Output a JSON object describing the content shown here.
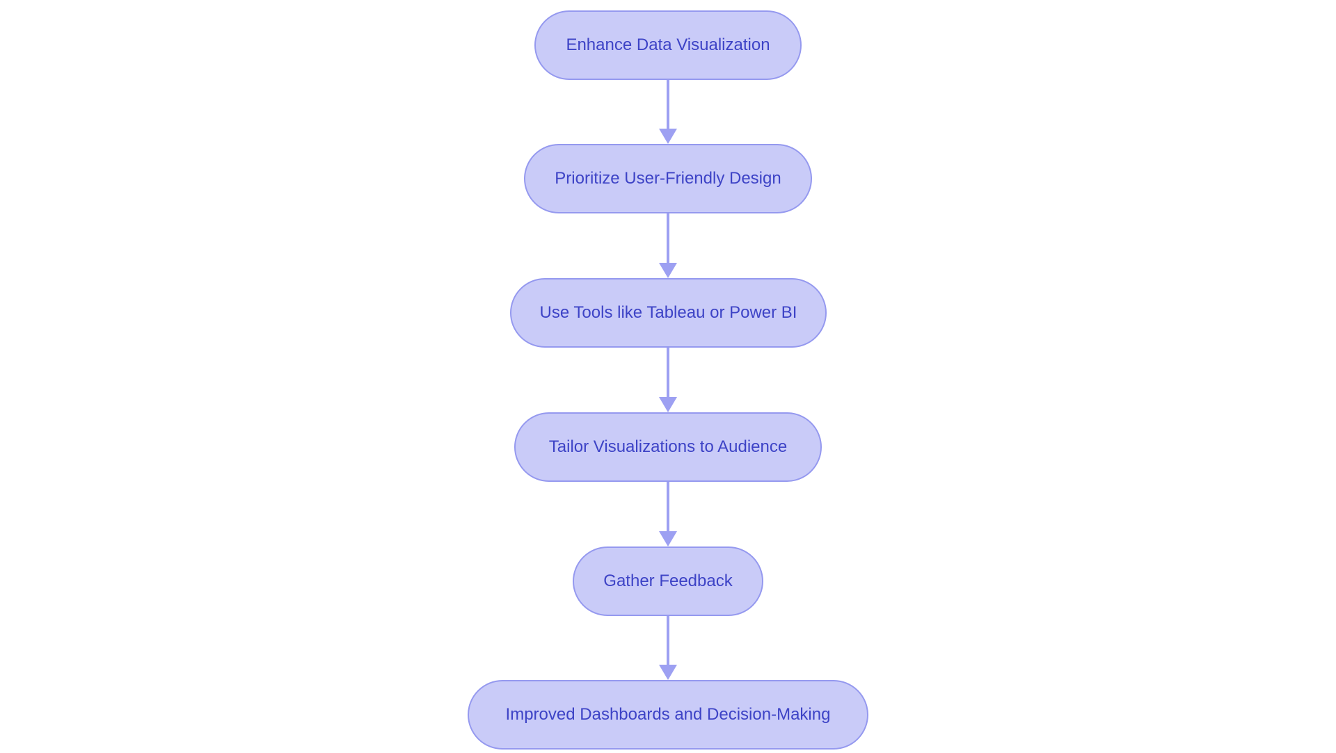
{
  "diagram": {
    "type": "flowchart",
    "direction": "top-down",
    "nodes": [
      {
        "id": "n1",
        "label": "Enhance Data Visualization"
      },
      {
        "id": "n2",
        "label": "Prioritize User-Friendly Design"
      },
      {
        "id": "n3",
        "label": "Use Tools like Tableau or Power BI"
      },
      {
        "id": "n4",
        "label": "Tailor Visualizations to Audience"
      },
      {
        "id": "n5",
        "label": "Gather Feedback"
      },
      {
        "id": "n6",
        "label": "Improved Dashboards and Decision-Making"
      }
    ],
    "edges": [
      {
        "from": "n1",
        "to": "n2"
      },
      {
        "from": "n2",
        "to": "n3"
      },
      {
        "from": "n3",
        "to": "n4"
      },
      {
        "from": "n4",
        "to": "n5"
      },
      {
        "from": "n5",
        "to": "n6"
      }
    ],
    "colors": {
      "bg": "#ffffff",
      "node-fill": "#c9cbf8",
      "node-border": "#9599ef",
      "node-text": "#3d43c6",
      "arrow": "#9da0f2"
    }
  }
}
